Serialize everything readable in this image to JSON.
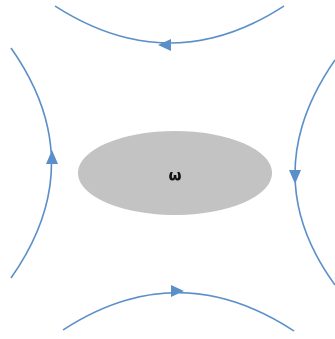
{
  "diagram": {
    "center_label": "ω",
    "colors": {
      "flow_line": "#5b8fc9",
      "ellipse_fill": "#c3c3c3",
      "label": "#111111",
      "background": "#ffffff"
    },
    "flow_lines": [
      {
        "name": "top-flow-line",
        "direction": "right-to-left"
      },
      {
        "name": "bottom-flow-line",
        "direction": "left-to-right"
      },
      {
        "name": "left-flow-line",
        "direction": "bottom-to-top"
      },
      {
        "name": "right-flow-line",
        "direction": "top-to-bottom"
      }
    ]
  }
}
